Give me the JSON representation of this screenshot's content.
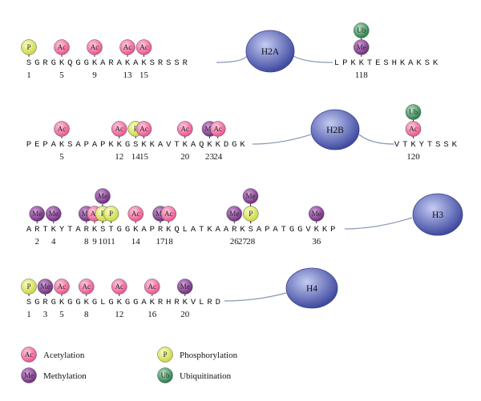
{
  "colors": {
    "acetylation": "#f06a9c",
    "methylation": "#8a3d96",
    "phosphorylation": "#d9e35c",
    "ubiquitination": "#2f9b5a",
    "core": "#5560b0"
  },
  "histones": [
    {
      "core_label": "H2A",
      "segments": [
        "SGRGKQGGKARAKAKSRSSR",
        "LPKKTESHKAKSK"
      ],
      "modifications": [
        {
          "residue": 0,
          "stack": [
            "P"
          ]
        },
        {
          "residue": 4,
          "stack": [
            "Ac"
          ]
        },
        {
          "residue": 8,
          "stack": [
            "Ac"
          ]
        },
        {
          "residue": 12,
          "stack": [
            "Ac"
          ]
        },
        {
          "residue": 14,
          "stack": [
            "Ac"
          ]
        },
        {
          "residue": 23,
          "stack": [
            "Me",
            "Ub"
          ]
        }
      ],
      "numbers": [
        {
          "residue": 0,
          "label": "1"
        },
        {
          "residue": 4,
          "label": "5"
        },
        {
          "residue": 8,
          "label": "9"
        },
        {
          "residue": 12,
          "label": "13"
        },
        {
          "residue": 14,
          "label": "15"
        },
        {
          "residue": 23,
          "label": "118"
        }
      ]
    },
    {
      "core_label": "H2B",
      "segments": [
        "PEPAKSAPAPKKGSKKAVTKAQKKDGK",
        "VTKYTSSK"
      ],
      "modifications": [
        {
          "residue": 4,
          "stack": [
            "Ac"
          ]
        },
        {
          "residue": 11,
          "stack": [
            "Ac"
          ]
        },
        {
          "residue": 13,
          "stack": [
            "P"
          ]
        },
        {
          "residue": 14,
          "stack": [
            "Ac"
          ]
        },
        {
          "residue": 19,
          "stack": [
            "Ac"
          ]
        },
        {
          "residue": 22,
          "stack": [
            "Me"
          ]
        },
        {
          "residue": 23,
          "stack": [
            "Ac"
          ]
        },
        {
          "residue": 29,
          "stack": [
            "Ac",
            "Ub"
          ]
        }
      ],
      "numbers": [
        {
          "residue": 4,
          "label": "5"
        },
        {
          "residue": 11,
          "label": "12"
        },
        {
          "residue": 13,
          "label": "14"
        },
        {
          "residue": 14,
          "label": "15"
        },
        {
          "residue": 19,
          "label": "20"
        },
        {
          "residue": 22,
          "label": "23"
        },
        {
          "residue": 23,
          "label": "24"
        },
        {
          "residue": 29,
          "label": "120"
        }
      ]
    },
    {
      "core_label": "H3",
      "segments": [
        "ARTKYTARKSTGGKAPRKQLATKAARKSAPATGGVKKP"
      ],
      "modifications": [
        {
          "residue": 1,
          "stack": [
            "Me"
          ]
        },
        {
          "residue": 3,
          "stack": [
            "Me"
          ]
        },
        {
          "residue": 7,
          "stack": [
            "Me"
          ]
        },
        {
          "residue": 8,
          "stack": [
            "Ac"
          ]
        },
        {
          "residue": 8,
          "stack": [
            "Me"
          ],
          "offset": 1
        },
        {
          "residue": 9,
          "stack": [
            "P"
          ]
        },
        {
          "residue": 10,
          "stack": [
            "P"
          ]
        },
        {
          "residue": 13,
          "stack": [
            "Ac"
          ]
        },
        {
          "residue": 16,
          "stack": [
            "Me"
          ]
        },
        {
          "residue": 17,
          "stack": [
            "Ac"
          ]
        },
        {
          "residue": 25,
          "stack": [
            "Me"
          ]
        },
        {
          "residue": 26,
          "stack": [
            "Me"
          ],
          "offset": 1
        },
        {
          "residue": 27,
          "stack": [
            "P"
          ]
        },
        {
          "residue": 35,
          "stack": [
            "Me"
          ]
        }
      ],
      "numbers": [
        {
          "residue": 1,
          "label": "2"
        },
        {
          "residue": 3,
          "label": "4"
        },
        {
          "residue": 7,
          "label": "8"
        },
        {
          "residue": 8,
          "label": "9"
        },
        {
          "residue": 9,
          "label": "10"
        },
        {
          "residue": 10,
          "label": "11"
        },
        {
          "residue": 13,
          "label": "14"
        },
        {
          "residue": 16,
          "label": "17"
        },
        {
          "residue": 17,
          "label": "18"
        },
        {
          "residue": 25,
          "label": "26"
        },
        {
          "residue": 26,
          "label": "27"
        },
        {
          "residue": 27,
          "label": "28"
        },
        {
          "residue": 35,
          "label": "36"
        }
      ]
    },
    {
      "core_label": "H4",
      "segments": [
        "SGRGKGGKGLGKGGAKRHRKVLRD"
      ],
      "modifications": [
        {
          "residue": 0,
          "stack": [
            "P"
          ]
        },
        {
          "residue": 2,
          "stack": [
            "Me"
          ]
        },
        {
          "residue": 4,
          "stack": [
            "Ac"
          ]
        },
        {
          "residue": 7,
          "stack": [
            "Ac"
          ]
        },
        {
          "residue": 11,
          "stack": [
            "Ac"
          ]
        },
        {
          "residue": 15,
          "stack": [
            "Ac"
          ]
        },
        {
          "residue": 19,
          "stack": [
            "Me"
          ]
        }
      ],
      "numbers": [
        {
          "residue": 0,
          "label": "1"
        },
        {
          "residue": 2,
          "label": "3"
        },
        {
          "residue": 4,
          "label": "5"
        },
        {
          "residue": 7,
          "label": "8"
        },
        {
          "residue": 11,
          "label": "12"
        },
        {
          "residue": 15,
          "label": "16"
        },
        {
          "residue": 19,
          "label": "20"
        }
      ]
    }
  ],
  "legend": [
    {
      "symbol": "Ac",
      "type": "acetylation",
      "label": "Acetylation"
    },
    {
      "symbol": "P",
      "type": "phosphorylation",
      "label": "Phosphorylation"
    },
    {
      "symbol": "Me",
      "type": "methylation",
      "label": "Methylation"
    },
    {
      "symbol": "Ub",
      "type": "ubiquitination",
      "label": "Ubiquitination"
    }
  ]
}
